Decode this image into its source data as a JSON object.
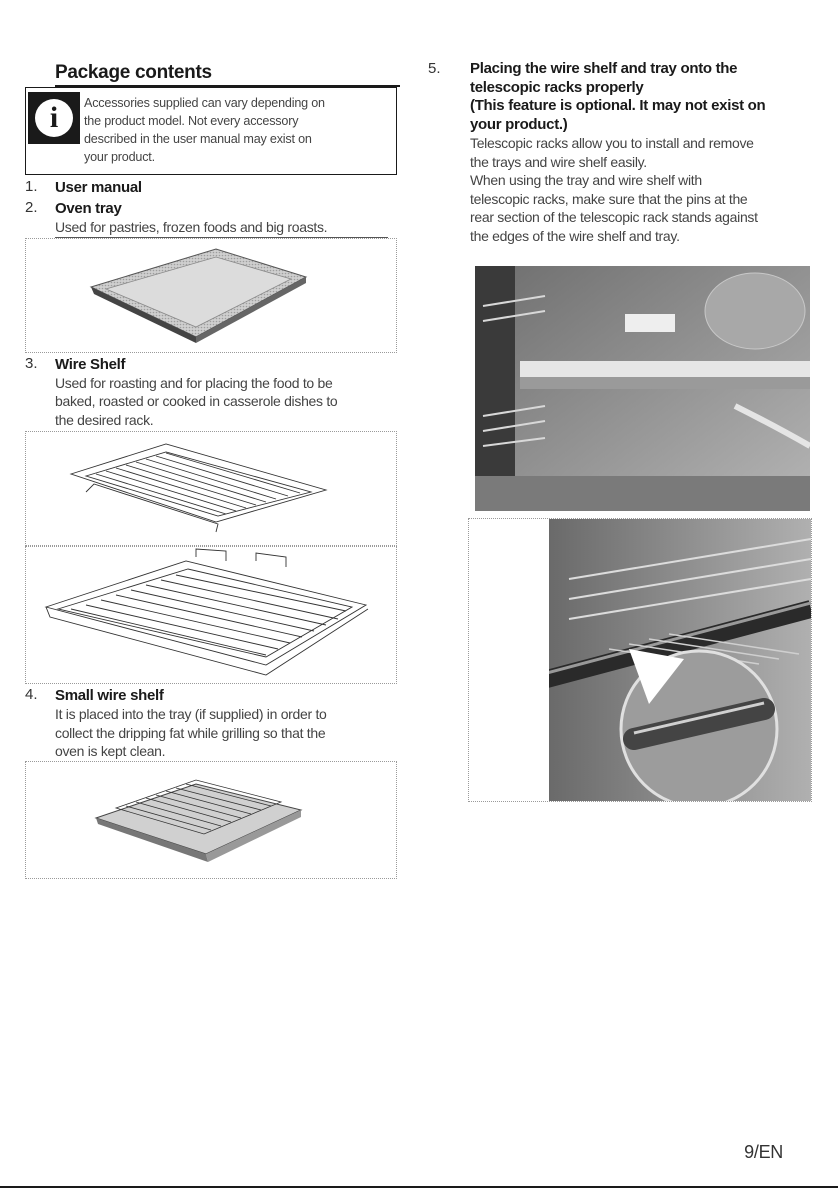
{
  "section": {
    "title": "Package contents"
  },
  "info_box": {
    "icon": "info-icon",
    "lines": [
      "Accessories supplied can vary depending on",
      "the product model. Not every accessory",
      "described in the user manual may exist on",
      "your product."
    ]
  },
  "items": [
    {
      "num": "1.",
      "title": "User manual",
      "desc": []
    },
    {
      "num": "2.",
      "title": "Oven tray",
      "desc": [
        "Used for pastries, frozen foods and big roasts."
      ]
    },
    {
      "num": "3.",
      "title": "Wire Shelf",
      "desc": [
        "Used for roasting and for placing the food to be",
        "baked, roasted or cooked in casserole dishes to",
        "the desired rack."
      ]
    },
    {
      "num": "4.",
      "title": "Small wire shelf",
      "desc": [
        "It is placed into the tray (if supplied) in order to",
        "collect the dripping fat while grilling so that the",
        "oven is kept clean."
      ]
    }
  ],
  "right": {
    "num": "5.",
    "title_lines": [
      "Placing the wire shelf and tray onto the",
      "telescopic racks properly",
      "(This feature is optional. It may not exist on",
      "your product.)"
    ],
    "desc_lines": [
      "Telescopic racks allow you to install and remove",
      "the trays and wire shelf easily.",
      "When using the tray and wire shelf with",
      "telescopic racks, make sure that the pins at the",
      "rear section of the telescopic rack stands against",
      "the edges of the wire shelf and tray."
    ]
  },
  "footer": {
    "page": "9/EN"
  },
  "colors": {
    "ink": "#1a1a1a",
    "text_grey": "#444444",
    "photo_grey": "#8a8a8a"
  }
}
